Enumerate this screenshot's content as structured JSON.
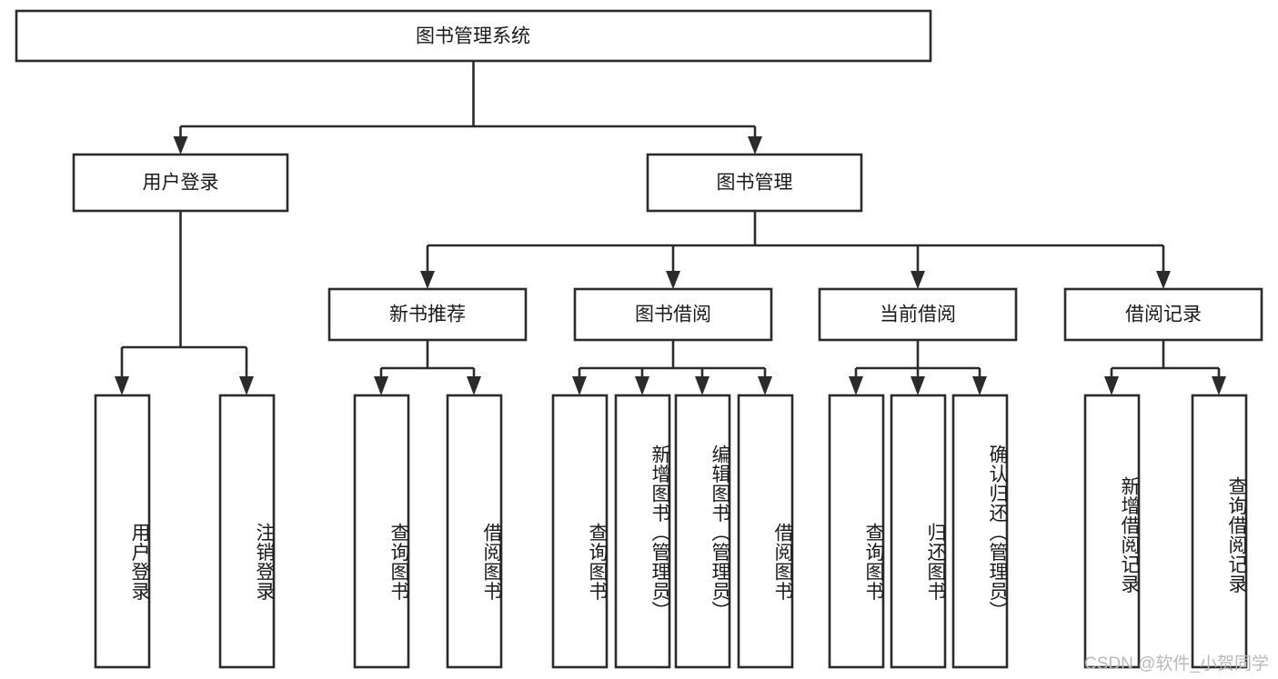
{
  "diagram": {
    "title": "图书管理系统",
    "type": "tree-hierarchy-chart",
    "watermark": "CSDN @软件_小贺同学",
    "colors": {
      "box_fill": "#ffffff",
      "box_stroke": "#2b2b2b",
      "text": "#1a1a1a",
      "watermark": "#b9b9b9",
      "background": "#ffffff"
    },
    "root": {
      "label": "图书管理系统"
    },
    "level2": [
      {
        "label": "用户登录"
      },
      {
        "label": "图书管理"
      }
    ],
    "level3": [
      {
        "label": "新书推荐"
      },
      {
        "label": "图书借阅"
      },
      {
        "label": "当前借阅"
      },
      {
        "label": "借阅记录"
      }
    ],
    "leaves": {
      "user_login": [
        {
          "label": "用户登录"
        },
        {
          "label": "注销登录"
        }
      ],
      "new_book_recommend": [
        {
          "label": "查询图书"
        },
        {
          "label": "借阅图书"
        }
      ],
      "book_borrow": [
        {
          "label": "查询图书"
        },
        {
          "label": "新增图书（管理员）"
        },
        {
          "label": "编辑图书（管理员）"
        },
        {
          "label": "借阅图书"
        }
      ],
      "current_borrow": [
        {
          "label": "查询图书"
        },
        {
          "label": "归还图书"
        },
        {
          "label": "确认归还（管理员）"
        }
      ],
      "borrow_record": [
        {
          "label": "新增借阅记录"
        },
        {
          "label": "查询借阅记录"
        }
      ]
    }
  }
}
